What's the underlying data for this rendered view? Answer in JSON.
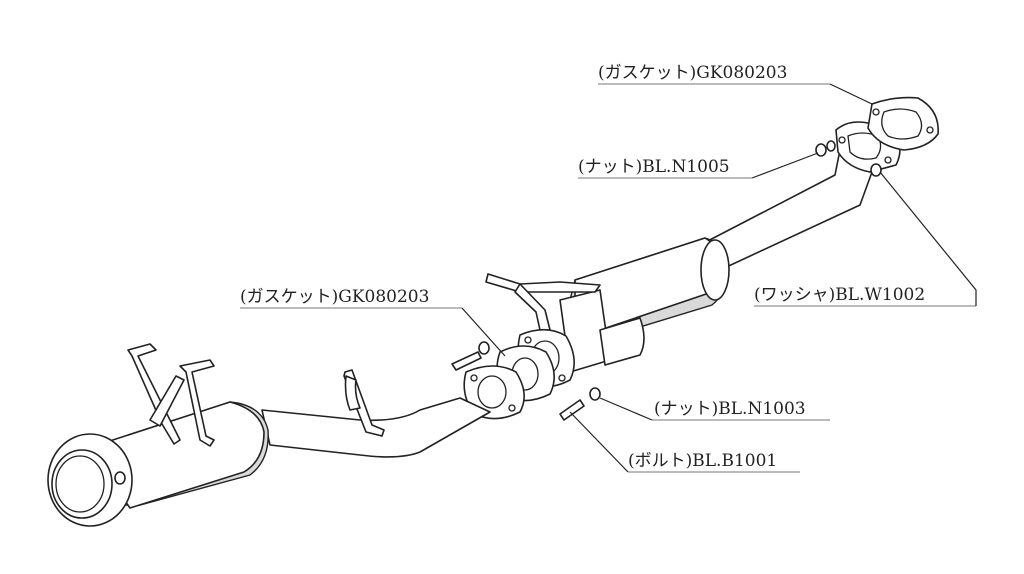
{
  "callouts": [
    {
      "key": "gasket_top",
      "text": "(ガスケット)GK080203"
    },
    {
      "key": "nut_top",
      "text": "(ナット)BL.N1005"
    },
    {
      "key": "washer",
      "text": "(ワッシャ)BL.W1002"
    },
    {
      "key": "gasket_mid",
      "text": "(ガスケット)GK080203"
    },
    {
      "key": "nut_mid",
      "text": "(ナット)BL.N1003"
    },
    {
      "key": "bolt",
      "text": "(ボルト)BL.B1001"
    }
  ],
  "colors": {
    "line": "#222222",
    "shade": "#d9d9d9",
    "underline": "#bbbbbb"
  }
}
